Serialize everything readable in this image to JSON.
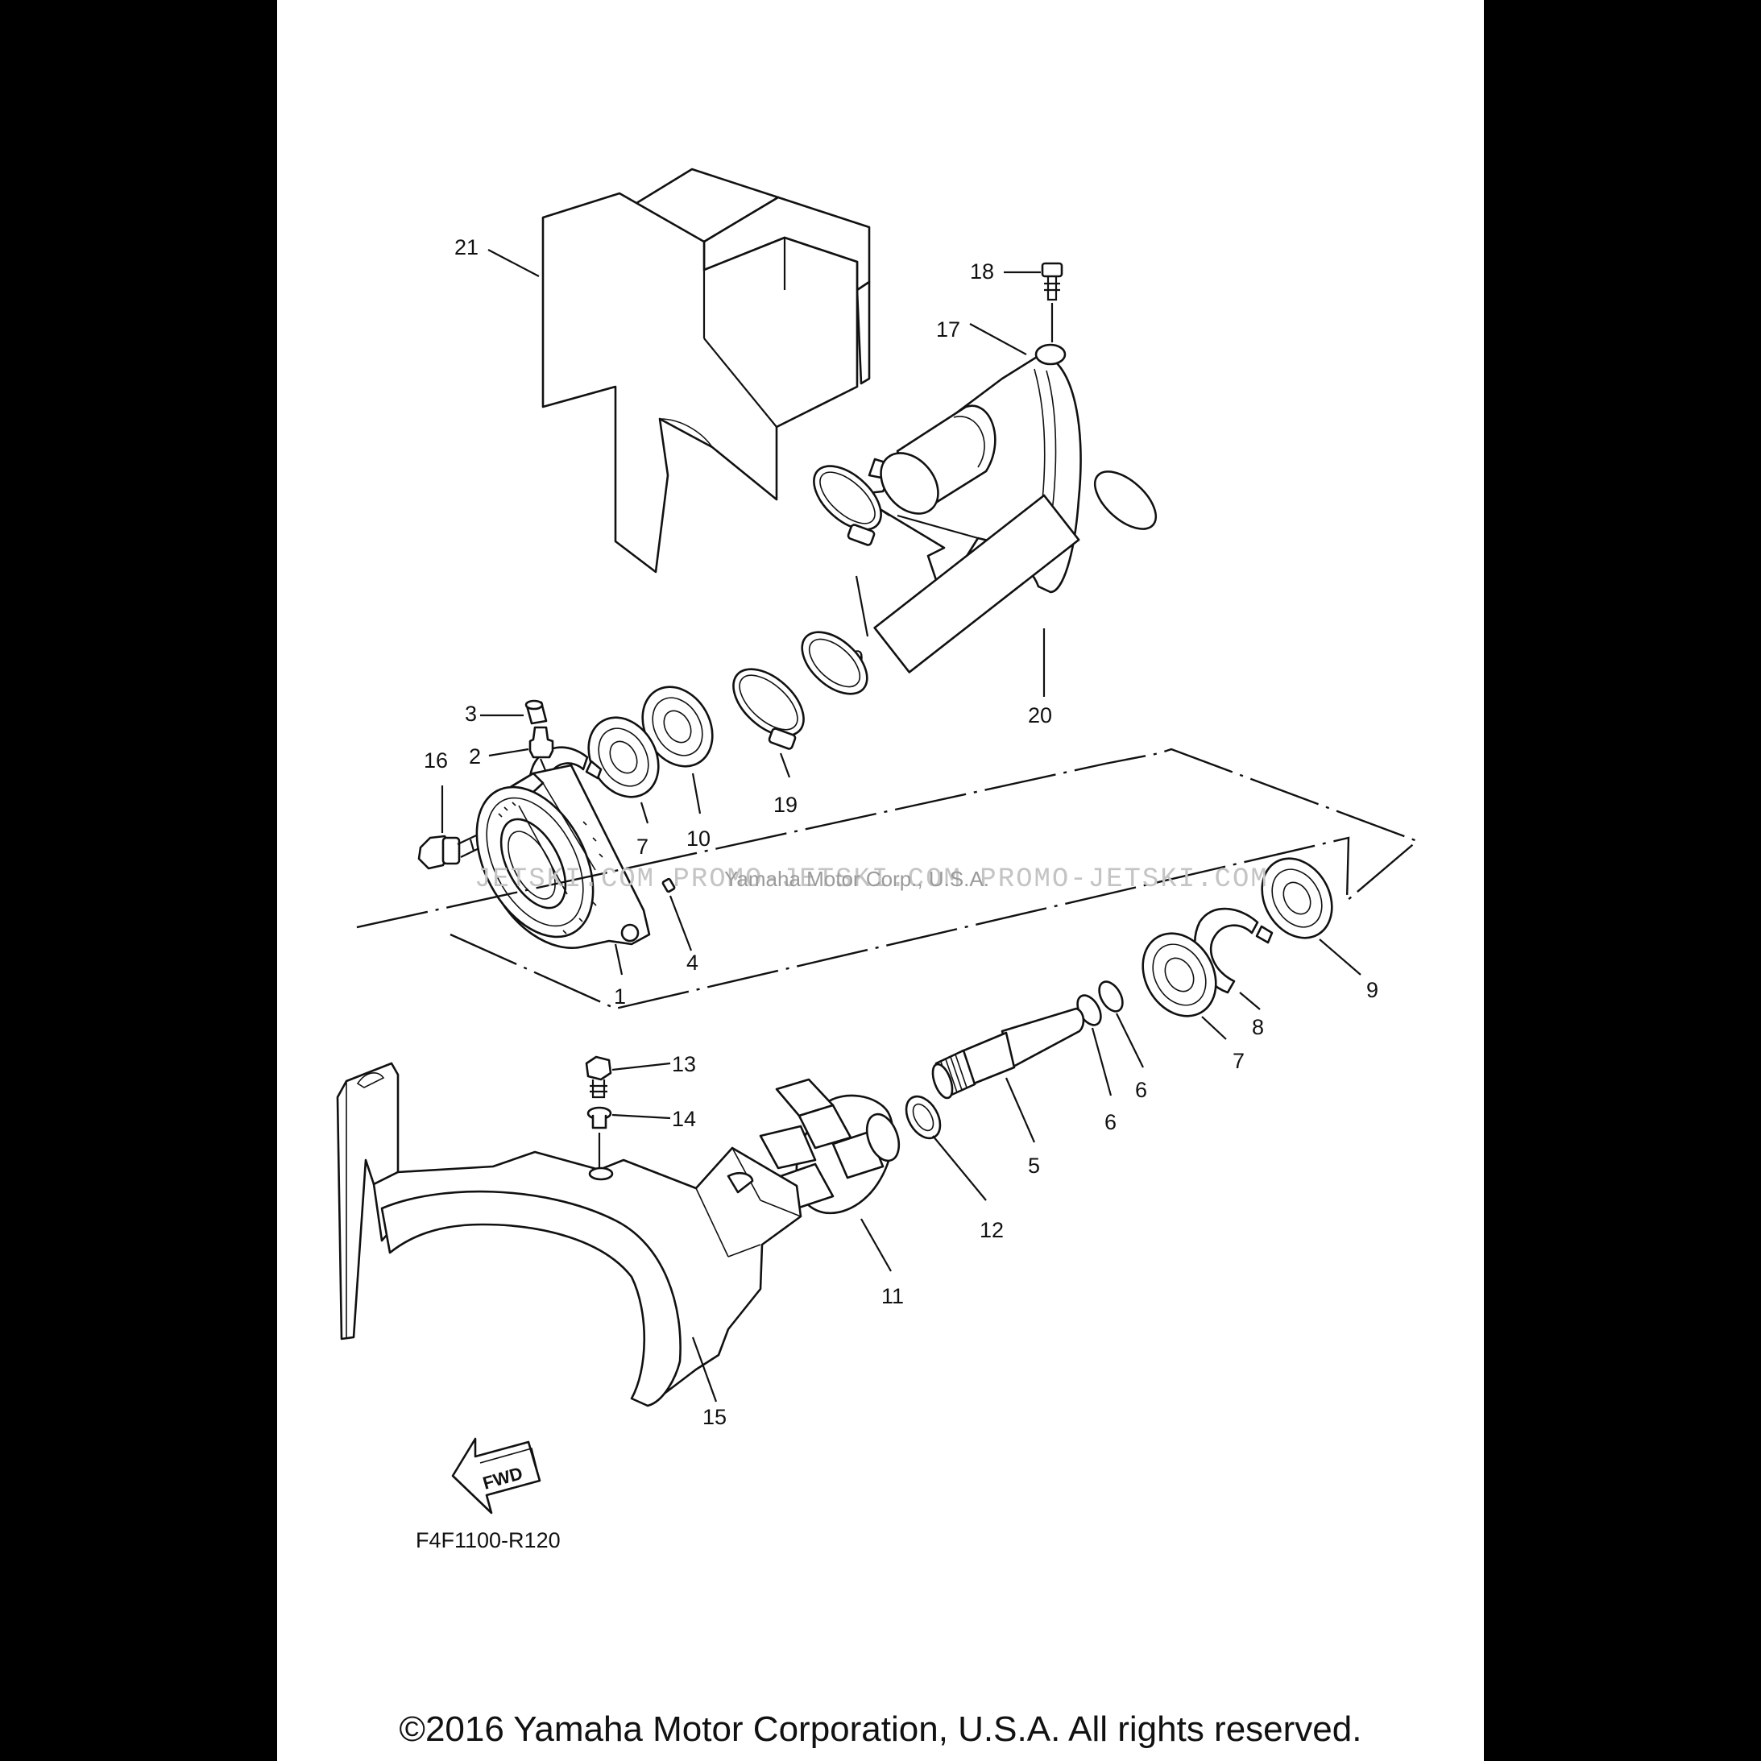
{
  "diagram": {
    "callouts": {
      "c1": "1",
      "c2": "2",
      "c3": "3",
      "c4": "4",
      "c5": "5",
      "c6": "6",
      "c7": "7",
      "c8": "8",
      "c9": "9",
      "c10": "10",
      "c11": "11",
      "c12": "12",
      "c13": "13",
      "c14": "14",
      "c15": "15",
      "c16": "16",
      "c17": "17",
      "c18": "18",
      "c19": "19",
      "c20": "20",
      "c21": "21"
    },
    "fwd_label": "FWD",
    "figure_code": "F4F1100-R120"
  },
  "watermark": {
    "text": "JETSKI.COM  PROMO-JETSKI.COM  PROMO-JETSKI.COM",
    "sub": "Yamaha Motor Corp., U.S.A."
  },
  "footer": {
    "copyright": "©2016 Yamaha Motor Corporation, U.S.A. All rights reserved."
  },
  "colors": {
    "background": "#000000",
    "sheet": "#ffffff",
    "ink": "#111111",
    "watermark": "#c4c4c4"
  }
}
